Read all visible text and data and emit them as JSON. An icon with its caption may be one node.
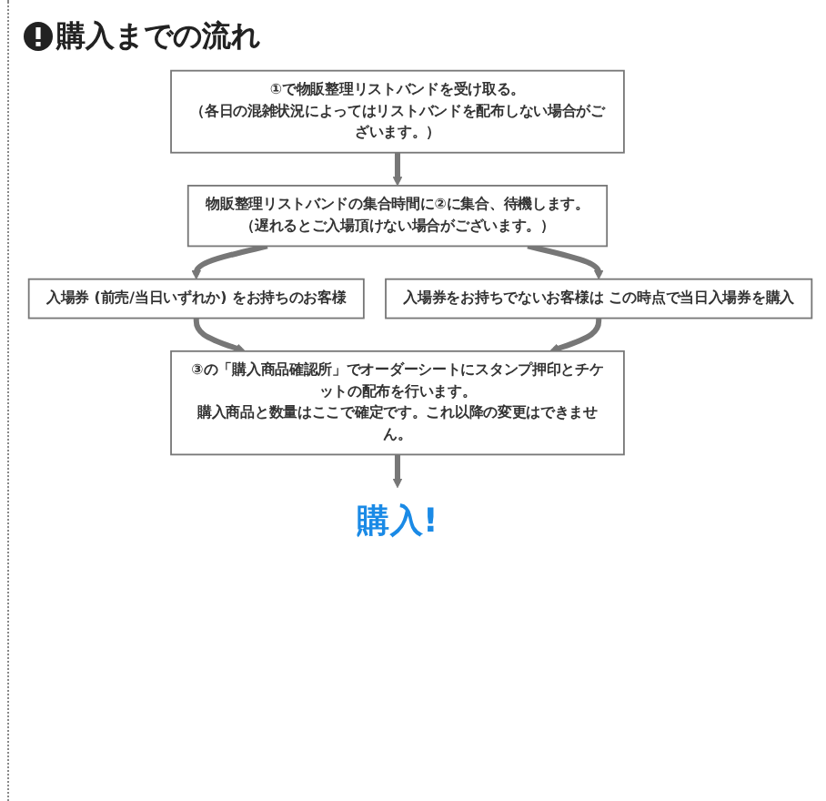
{
  "diagram": {
    "title": "購入までの流れ",
    "nodes": [
      {
        "text": [
          "①で物販整理リストバンドを受け取る。",
          "（各日の混雑状況によってはリストバンドを配布しない場合がございます。）"
        ]
      },
      {
        "text": [
          "物販整理リストバンドの集合時間に②に集合、待機します。",
          "（遅れるとご入場頂けない場合がございます。）"
        ]
      },
      {
        "text": [
          "入場券 (前売/当日いずれか) をお持ちのお客様"
        ]
      },
      {
        "text": [
          "入場券をお持ちでないお客様は この時点で当日入場券を購入"
        ]
      },
      {
        "text": [
          "③の「購入商品確認所」でオーダーシートにスタンプ押印とチケットの配布を行います。",
          "購入商品と数量はここで確定です。これ以降の変更はできません。"
        ]
      },
      {
        "text": [
          "購入!"
        ]
      }
    ],
    "edges": [
      {
        "from": 0,
        "to": 1,
        "arrow": "to"
      },
      {
        "from": 1,
        "to": 2,
        "arrow": "to"
      },
      {
        "from": 1,
        "to": 3,
        "arrow": "to"
      },
      {
        "from": 2,
        "to": 4,
        "arrow": "to"
      },
      {
        "from": 3,
        "to": 4,
        "arrow": "to"
      },
      {
        "from": 4,
        "to": 5,
        "arrow": "to"
      }
    ]
  }
}
